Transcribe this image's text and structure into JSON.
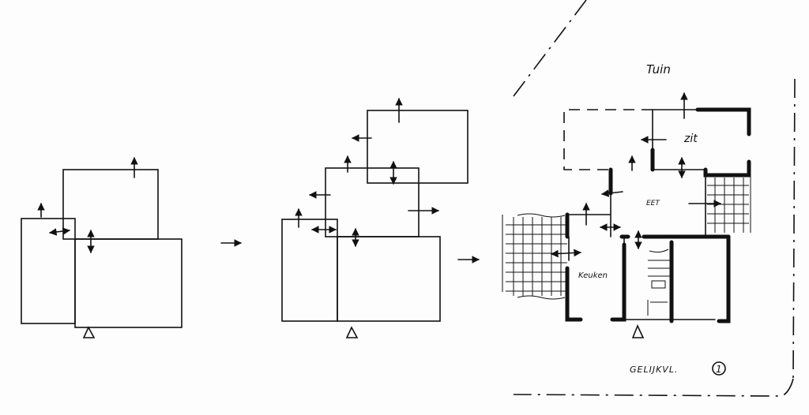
{
  "labels": {
    "garden": "Tuin",
    "sitting": "zit",
    "dining": "EET",
    "kitchen": "Keuken",
    "floor": "GELIJKVL.",
    "sheet_number": "1"
  }
}
